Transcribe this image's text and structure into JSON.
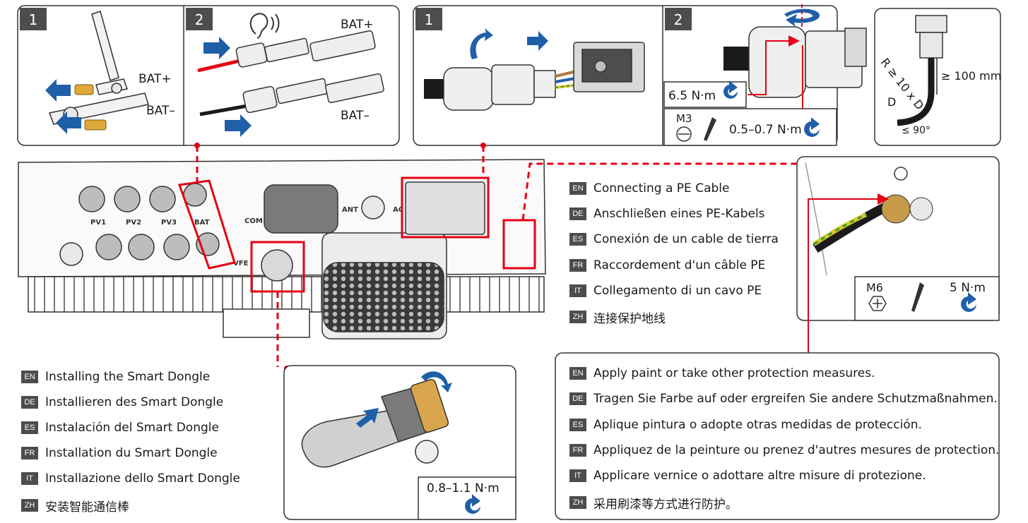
{
  "steps": {
    "bat_step1": "1",
    "bat_step2": "2",
    "pe_step1": "1",
    "pe_step2": "2"
  },
  "battery": {
    "bat_plus_label_1": "BAT+",
    "bat_minus_label_1": "BAT–",
    "bat_plus_label_2": "BAT+",
    "bat_minus_label_2": "BAT–"
  },
  "pe_cable": {
    "torque_nut": "6.5 N·m",
    "screw_size": "M3",
    "torque_screw": "0.5–0.7 N·m",
    "bend_radius": "R ≥ 10 x D",
    "bend_length": "≥ 100 mm",
    "bend_d": "D",
    "bend_angle": "≤ 90°"
  },
  "ground": {
    "bolt_size": "M6",
    "torque": "5 N·m"
  },
  "dongle": {
    "torque": "0.8–1.1 N·m"
  },
  "inverter_labels": {
    "pv1": "PV1",
    "pv2": "PV2",
    "pv3": "PV3",
    "bat": "BAT",
    "com": "COM",
    "ant": "ANT",
    "ac": "AC",
    "vfe": "VFE"
  },
  "titles_pe": [
    {
      "code": "EN",
      "text": "Connecting a PE Cable"
    },
    {
      "code": "DE",
      "text": "Anschließen eines PE-Kabels"
    },
    {
      "code": "ES",
      "text": "Conexión de un cable de tierra"
    },
    {
      "code": "FR",
      "text": "Raccordement d'un câble PE"
    },
    {
      "code": "IT",
      "text": "Collegamento di un cavo PE"
    },
    {
      "code": "ZH",
      "text": "连接保护地线"
    }
  ],
  "titles_dongle": [
    {
      "code": "EN",
      "text": "Installing the Smart Dongle"
    },
    {
      "code": "DE",
      "text": "Installieren des Smart Dongle"
    },
    {
      "code": "ES",
      "text": "Instalación del Smart Dongle"
    },
    {
      "code": "FR",
      "text": "Installation du Smart Dongle"
    },
    {
      "code": "IT",
      "text": "Installazione dello Smart Dongle"
    },
    {
      "code": "ZH",
      "text": "安装智能通信棒"
    }
  ],
  "protection_notes": [
    {
      "code": "EN",
      "text": "Apply paint or take other protection measures."
    },
    {
      "code": "DE",
      "text": "Tragen Sie Farbe auf oder ergreifen Sie andere Schutzmaßnahmen."
    },
    {
      "code": "ES",
      "text": "Aplique pintura o adopte otras medidas de protección."
    },
    {
      "code": "FR",
      "text": "Appliquez de la peinture ou prenez d'autres mesures de protection."
    },
    {
      "code": "IT",
      "text": "Applicare vernice o adottare altre misure di protezione."
    },
    {
      "code": "ZH",
      "text": "采用刷漆等方式进行防护。"
    }
  ],
  "colors": {
    "highlight_red": "#e60012",
    "arrow_blue": "#1f5fa8",
    "step_badge": "#4d4d4d"
  }
}
